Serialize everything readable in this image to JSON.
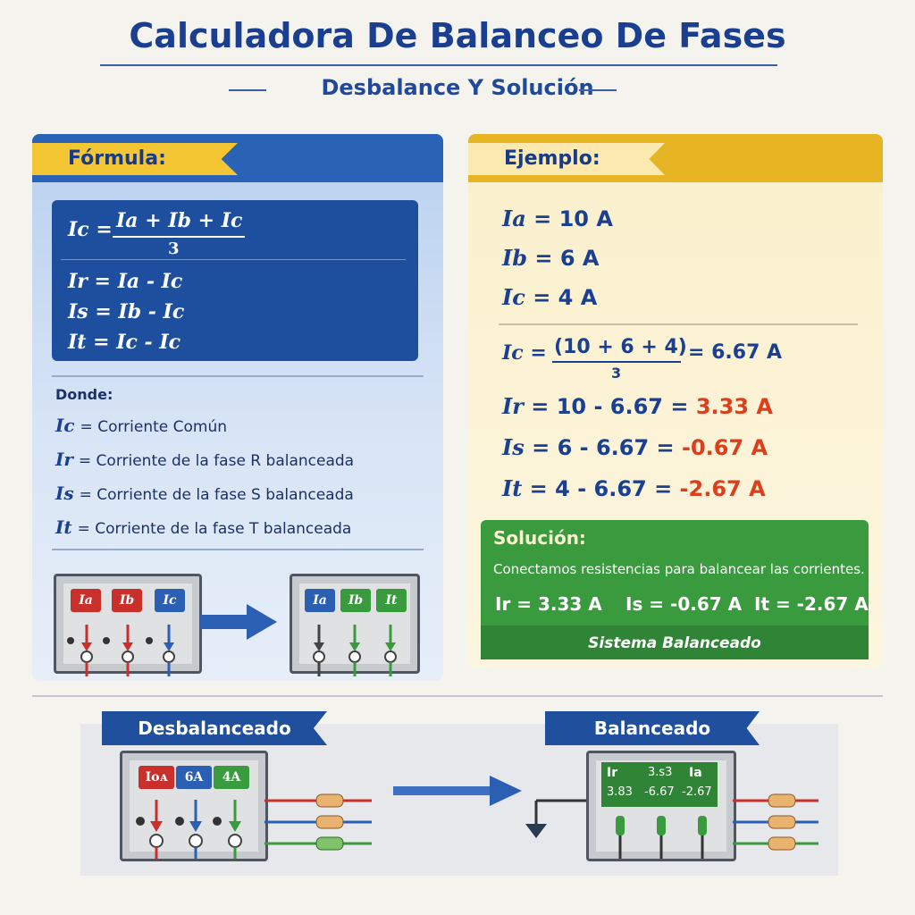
{
  "title": "Calculadora De Balanceo De Fases",
  "subtitle": "Desbalance Y Solución",
  "formula": {
    "label": "Fórmula:",
    "ic_lhs": "Ic =",
    "ic_num": "Ia + Ib + Ic",
    "ic_den": "3",
    "lines": [
      "Ir = Ia - Ic",
      "Is = Ib - Ic",
      "It = Ic - Ic"
    ]
  },
  "definitions": {
    "label": "Donde:",
    "items": [
      {
        "sym": "Ic",
        "text": "= Corriente Común"
      },
      {
        "sym": "Ir",
        "text": "= Corriente de la fase R balanceada"
      },
      {
        "sym": "Is",
        "text": "= Corriente de la fase S balanceada"
      },
      {
        "sym": "It",
        "text": "= Corriente de la fase T balanceada"
      }
    ]
  },
  "example": {
    "label": "Ejemplo:",
    "inputs": [
      {
        "sym": "Ia",
        "text": "= 10 A"
      },
      {
        "sym": "Ib",
        "text": "= 6 A"
      },
      {
        "sym": "Ic",
        "text": "= 4 A"
      }
    ],
    "ic_lhs": "Ic =",
    "ic_num": "(10 + 6 + 4)",
    "ic_den": "3",
    "ic_result": "= 6.67 A",
    "results": [
      {
        "sym": "Ir",
        "expr": "= 10 - 6.67 =",
        "value": "3.33 A"
      },
      {
        "sym": "Is",
        "expr": "= 6 - 6.67 =",
        "value": "-0.67 A"
      },
      {
        "sym": "It",
        "expr": "= 4 - 6.67 =",
        "value": "-2.67 A"
      }
    ]
  },
  "solution": {
    "label": "Solución:",
    "text": "Conectamos resistencias para balancear las corrientes.",
    "values": [
      "Ir = 3.33 A",
      "Is = -0.67 A",
      "It = -2.67 A"
    ],
    "footer": "Sistema Balanceado"
  },
  "devices": {
    "top_before": [
      "Ia",
      "Ib",
      "Ic"
    ],
    "top_after": [
      "Ia",
      "Ib",
      "It"
    ],
    "bottom_before": [
      "Ioᴀ",
      "6A",
      "4A"
    ],
    "bottom_after_top": [
      "Ir",
      "3.s3",
      "Ia"
    ],
    "bottom_after_bottom": [
      "3.83",
      "-6.67",
      "-2.67"
    ]
  },
  "bottom": {
    "left_label": "Desbalanceado",
    "right_label": "Balanceado"
  },
  "colors": {
    "navy": "#1f4f9d",
    "yellow": "#f5c634",
    "green": "#3a9a3e",
    "red": "#d8401e"
  }
}
